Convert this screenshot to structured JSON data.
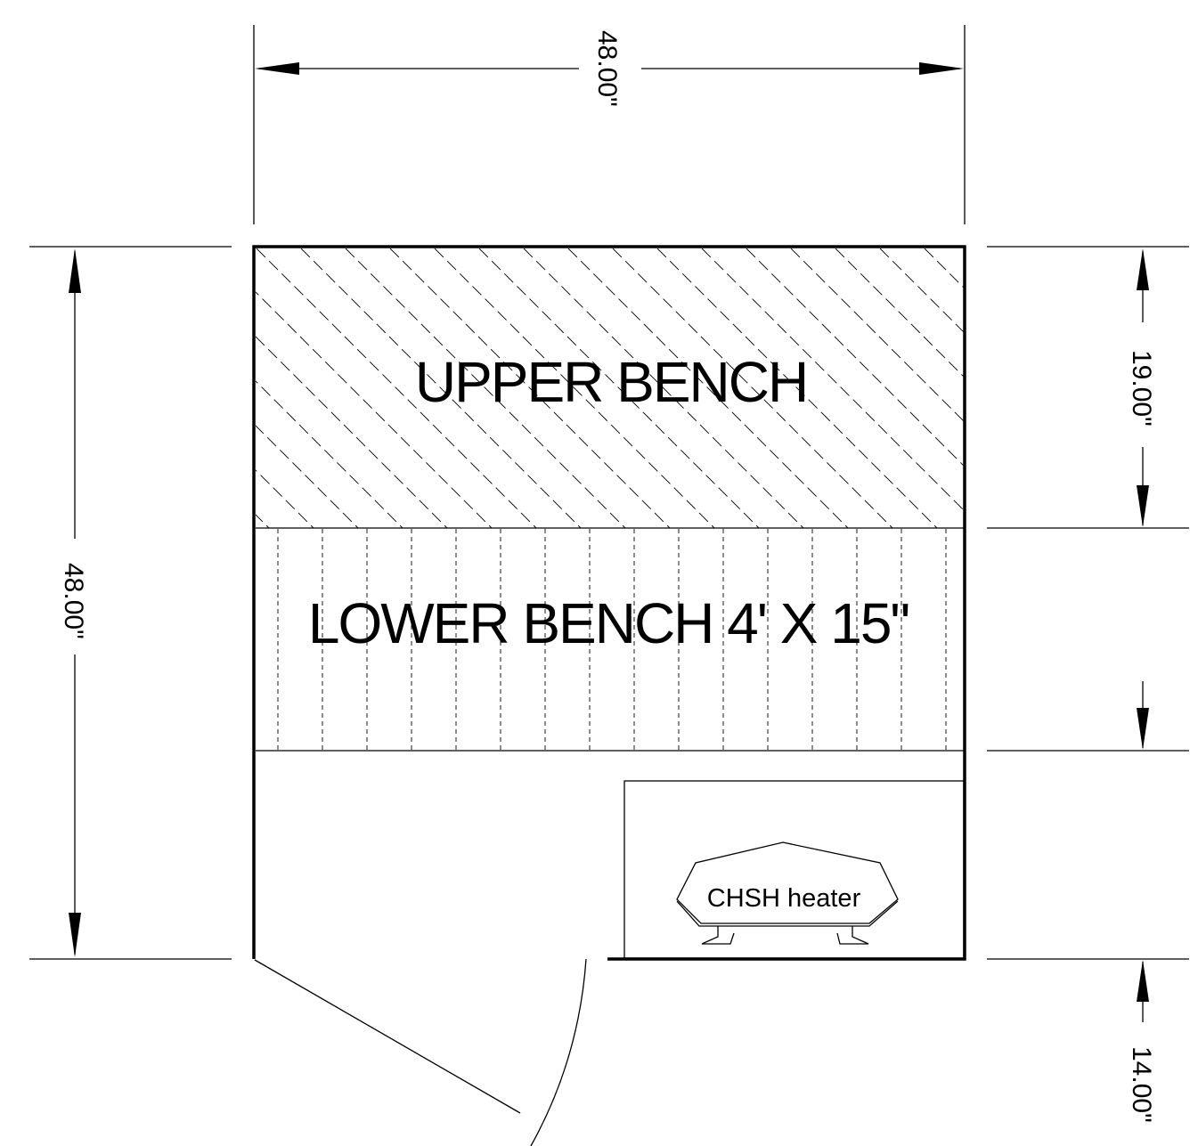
{
  "drawing": {
    "upper_bench_label": "UPPER BENCH",
    "lower_bench_label": "LOWER BENCH 4' X 15\"",
    "heater_label": "CHSH heater",
    "dim_top_width": "48.00\"",
    "dim_left_height": "48.00\"",
    "dim_right_upper": "19.00\"",
    "dim_right_door": "14.00\""
  },
  "colors": {
    "line": "#000000",
    "background": "#ffffff"
  }
}
